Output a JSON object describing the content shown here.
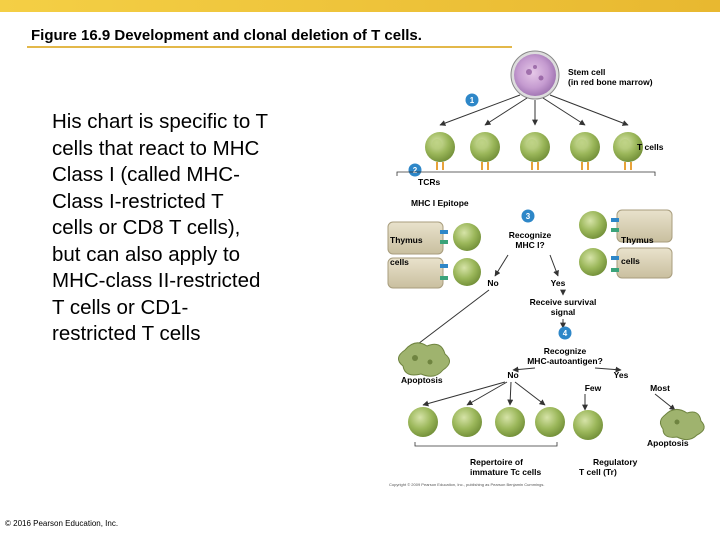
{
  "colors": {
    "accent_bar": "#f0c43a",
    "cell_green": "#8fab4f",
    "label_blue": "#2e87c8"
  },
  "header": {
    "title": "Figure 16.9  Development and clonal deletion of T cells."
  },
  "body_text": {
    "lines": [
      "His chart is specific to T",
      "cells that react to MHC",
      "Class I (called MHC-",
      "Class I-restricted T",
      "cells or CD8 T cells),",
      "but can also apply to",
      "MHC-class II-restricted",
      "T cells or CD1-",
      "restricted T cells"
    ]
  },
  "footer": {
    "copyright": "© 2016 Pearson Education, Inc."
  },
  "figure": {
    "stem_cell_label_1": "Stem cell",
    "stem_cell_label_2": "(in red bone marrow)",
    "t_cells_label": "T cells",
    "tcrs_label": "TCRs",
    "mhc_epitope_label": "MHC I  Epitope",
    "thymus_left": "Thymus",
    "cells_left": "cells",
    "thymus_right": "Thymus",
    "cells_right": "cells",
    "recognize_mhc_1": "Recognize",
    "recognize_mhc_2": "MHC I?",
    "no_1": "No",
    "yes_1": "Yes",
    "survival_1": "Receive survival",
    "survival_2": "signal",
    "recognize_auto_1": "Recognize",
    "recognize_auto_2": "MHC-autoantigen?",
    "no_2": "No",
    "yes_2": "Yes",
    "few": "Few",
    "most": "Most",
    "apoptosis_left": "Apoptosis",
    "apoptosis_right": "Apoptosis",
    "repertoire_1": "Repertoire of",
    "repertoire_2": "immature Tc cells",
    "regulatory_1": "Regulatory",
    "regulatory_2": "T cell (Tr)",
    "step_1": "1",
    "step_2": "2",
    "step_3": "3",
    "step_4": "4",
    "credit": "Copyright © 2009 Pearson Education, Inc., publishing as Pearson Benjamin Cummings."
  }
}
